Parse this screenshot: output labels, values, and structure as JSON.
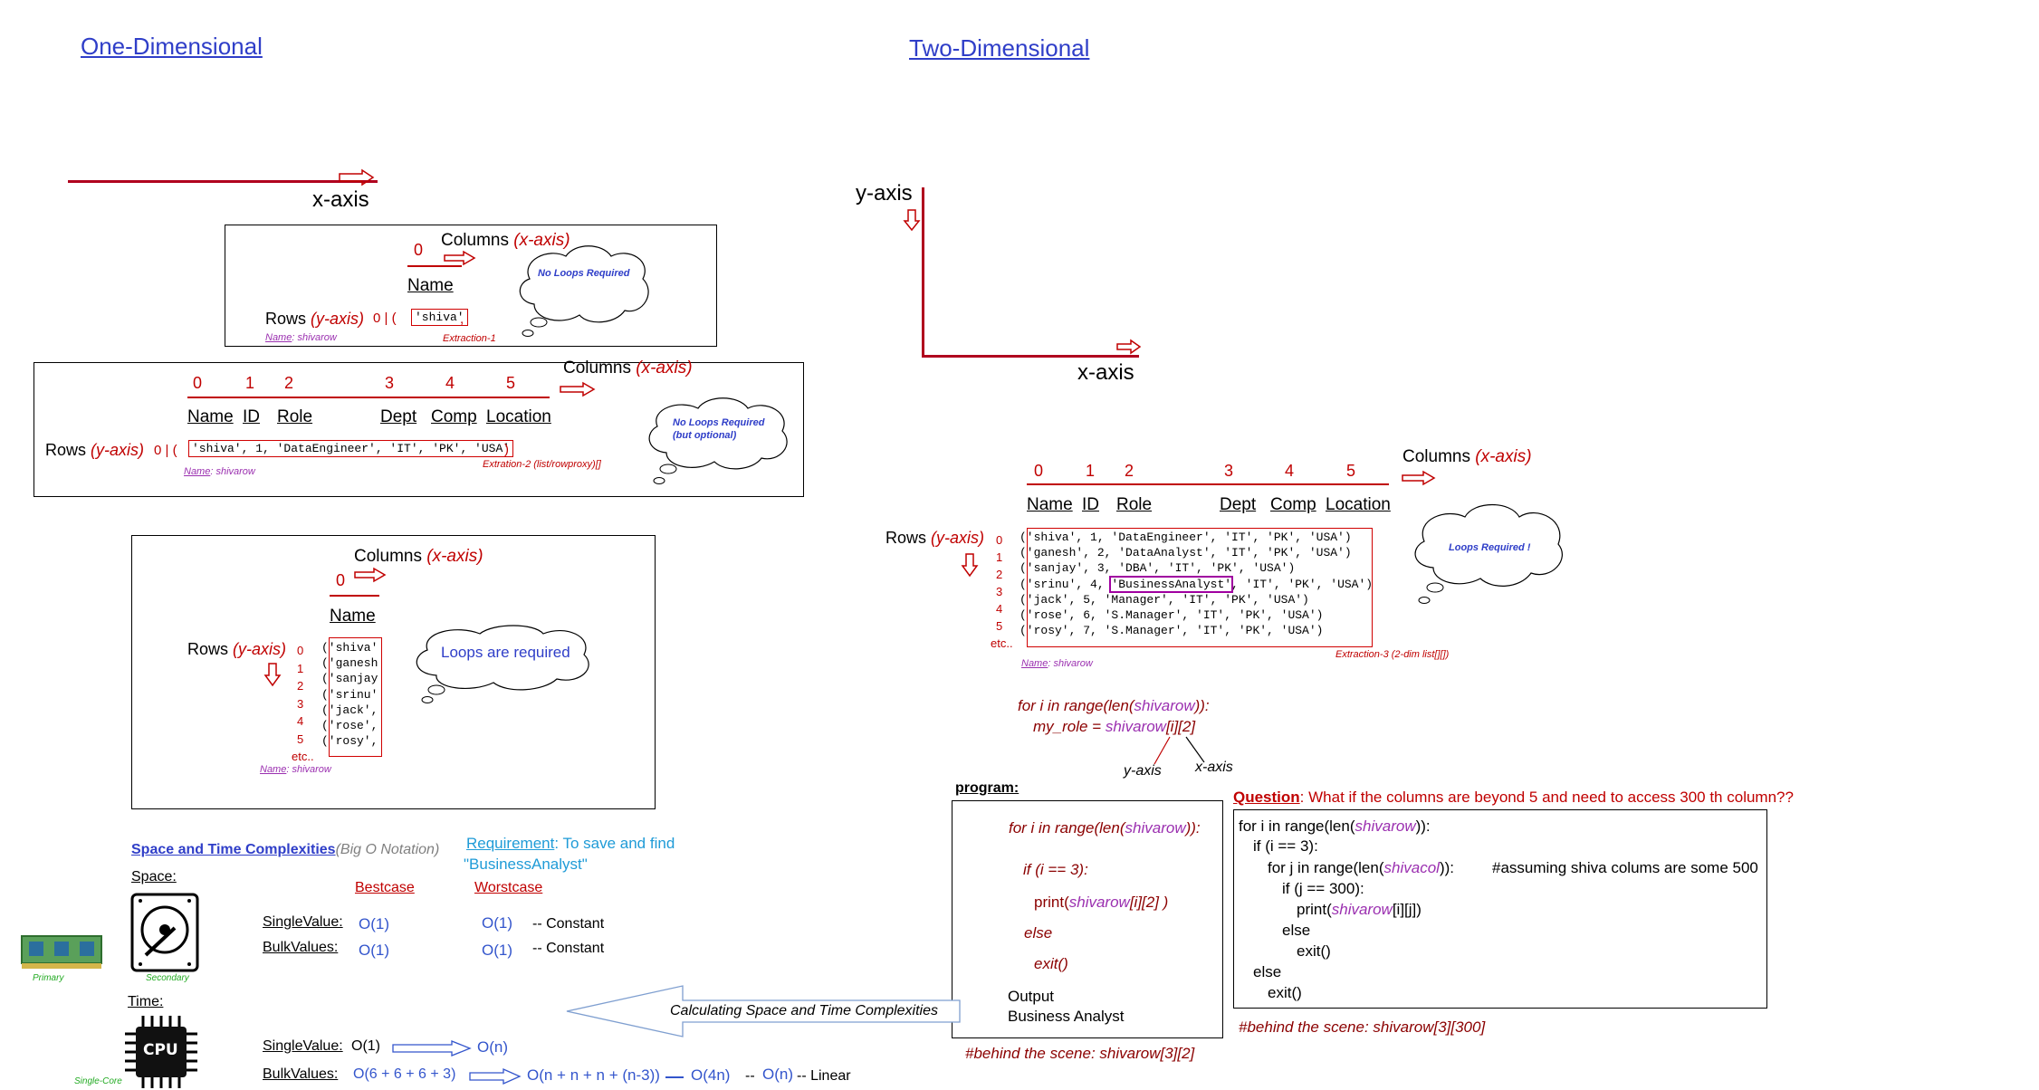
{
  "headings": {
    "one_dim": "One-Dimensional",
    "two_dim": "Two-Dimensional"
  },
  "axes": {
    "x_axis": "x-axis",
    "y_axis": "y-axis"
  },
  "columns_label": "Columns",
  "x_axis_paren": "(x-axis)",
  "rows_label": "Rows",
  "y_axis_paren": "(y-axis)",
  "index_zero": "0",
  "col_indices": [
    "0",
    "1",
    "2",
    "3",
    "4",
    "5"
  ],
  "col_names": [
    "Name",
    "ID",
    "Role",
    "Dept",
    "Comp",
    "Location"
  ],
  "box1": {
    "name_header": "Name",
    "row_prefix": "0 |  (",
    "value": "'shiva'",
    "trail": ",",
    "name_note_prefix": "Name",
    "name_note_rest": ": shivarow",
    "extraction": "Extraction-1",
    "cloud": "No Loops Required"
  },
  "box2": {
    "row_prefix": "0 |  (",
    "value": "'shiva', 1, 'DataEngineer', 'IT', 'PK', 'USA'",
    "trail": ")",
    "name_note_prefix": "Name",
    "name_note_rest": ": shivarow",
    "extraction": "Extration-2 (list/rowproxy)[]",
    "cloud_l1": "No Loops Required",
    "cloud_l2": "(but optional)"
  },
  "box3": {
    "name_header": "Name",
    "indices": [
      "0",
      "1",
      "2",
      "3",
      "4",
      "5",
      "etc.."
    ],
    "values": [
      "('shiva'",
      "('ganesh",
      "('sanjay",
      "('srinu'",
      "('jack',",
      "('rose',",
      "('rosy',"
    ],
    "name_note_prefix": "Name",
    "name_note_rest": ": shivarow",
    "cloud": "Loops are required"
  },
  "two_d": {
    "indices": [
      "0",
      "1",
      "2",
      "3",
      "4",
      "5",
      "etc.."
    ],
    "rows": [
      "('shiva', 1, 'DataEngineer', 'IT', 'PK', 'USA')",
      "('ganesh', 2, 'DataAnalyst', 'IT', 'PK', 'USA')",
      "('sanjay', 3, 'DBA', 'IT', 'PK', 'USA')",
      "('srinu', 4, ",
      "('jack', 5, 'Manager', 'IT', 'PK', 'USA')",
      "('rose', 6, 'S.Manager', 'IT', 'PK', 'USA')",
      "('rosy', 7, 'S.Manager', 'IT', 'PK', 'USA')"
    ],
    "highlight": "'BusinessAnalyst'",
    "row4_rest": ", 'IT', 'PK', 'USA')",
    "extraction": "Extraction-3 (2-dim list[][])",
    "name_note_prefix": "Name",
    "name_note_rest": ": shivarow",
    "cloud": "Loops Required !"
  },
  "loop": {
    "line1_a": "for i in range(len(",
    "line1_b": "shivarow",
    "line1_c": ")):",
    "line2_a": "my_role = ",
    "line2_b": "shivarow",
    "line2_c": "[i][2]",
    "y_label": "y-axis",
    "x_label": "x-axis"
  },
  "program": {
    "title": "program:",
    "l1_a": "for i in range(len(",
    "l1_b": "shivarow",
    "l1_c": ")):",
    "l2": "if (i == 3):",
    "l3_a": "print(",
    "l3_b": "shivarow",
    "l3_c": "[i][2] )",
    "l4": "else",
    "l5": "exit()",
    "output_label": "Output",
    "output_value": "Business Analyst",
    "behind": "#behind the scene: shivarow[3][2]"
  },
  "question": {
    "label": "Question",
    "text": ": What if the columns are beyond 5 and need to access 300 th column??",
    "l1_a": "for i in range(len(",
    "l1_b": "shivarow",
    "l1_c": ")):",
    "l2": "if (i == 3):",
    "l3_a": "for j in range(len(",
    "l3_b": "shivacol",
    "l3_c": ")):",
    "l3_comment": "#assuming shiva colums are some 500",
    "l4": "if (j == 300):",
    "l5_a": "print(",
    "l5_b": "shivarow",
    "l5_c": "[i][j])",
    "l6": "else",
    "l7": "exit()",
    "l8": "else",
    "l9": "exit()",
    "behind": "#behind the scene: shivarow[3][300]"
  },
  "complexity": {
    "title": "Space and Time Complexities",
    "big_o": "(Big O Notation)",
    "req_label": "Requirement",
    "req_text": ": To save and find",
    "req_value": "\"BusinessAnalyst\"",
    "space": "Space:",
    "bestcase": "Bestcase",
    "worstcase": "Worstcase",
    "single": "SingleValue:",
    "bulk": "BulkValues:",
    "o1": "O(1)",
    "constant": "-- Constant",
    "primary": "Primary",
    "secondary": "Secondary",
    "time": "Time:",
    "single_core": "Single-Core",
    "cpu": "CPU",
    "time_single_val": "O(1)",
    "time_single_res": "O(n)",
    "time_bulk_val": "O(6 + 6 + 6 + 3)",
    "time_bulk_res1": "O(n + n + n + (n-3))",
    "time_bulk_res2": "O(4n)",
    "time_bulk_res3": "O(n)",
    "linear_dash": "--",
    "linear": "-- Linear",
    "calc_arrow": "Calculating Space and Time Complexities"
  }
}
